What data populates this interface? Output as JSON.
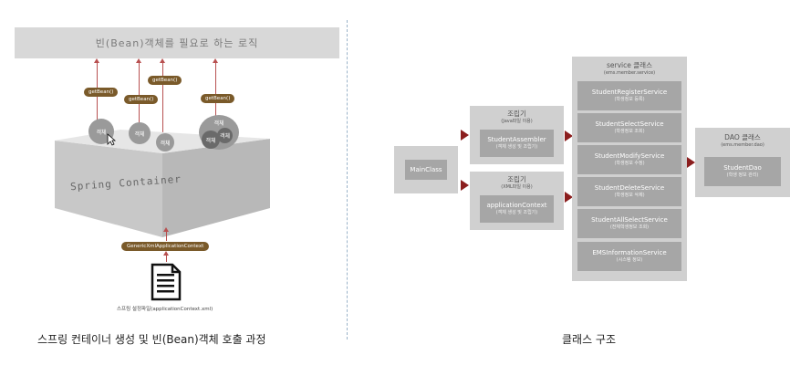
{
  "left": {
    "top_bar_text": "빈(Bean)객체를 필요로 하는 로직",
    "getbean_labels": [
      "getBean()",
      "getBean()",
      "getBean()",
      "getBean()"
    ],
    "bean_label": "객체",
    "container_label": "Spring Container",
    "loader_label": "GenericXmlApplicationContext",
    "doc_caption": "스프링 설정파일(applicationContext.xml)",
    "caption": "스프링 컨테이너 생성 및 빈(Bean)객체 호출 과정"
  },
  "right": {
    "main_label": "MainClass",
    "assembler1": {
      "title": "조립기",
      "sub": "(Java파일 이용)",
      "inner_title": "StudentAssembler",
      "inner_sub": "(객체 생성 및 조립기)"
    },
    "assembler2": {
      "title": "조립기",
      "sub": "(XML파일 이용)",
      "inner_title": "applicationContext",
      "inner_sub": "(객체 생성 및 조립기)"
    },
    "service": {
      "title": "service 클래스",
      "sub": "(ems.member.service)",
      "items": [
        {
          "title": "StudentRegisterService",
          "sub": "(학생정보 등록)"
        },
        {
          "title": "StudentSelectService",
          "sub": "(학생정보 조회)"
        },
        {
          "title": "StudentModifyService",
          "sub": "(학생정보 수정)"
        },
        {
          "title": "StudentDeleteService",
          "sub": "(학생정보 삭제)"
        },
        {
          "title": "StudentAllSelectService",
          "sub": "(전체학생정보 조회)"
        },
        {
          "title": "EMSInformationService",
          "sub": "(시스템 정보)"
        }
      ]
    },
    "dao": {
      "title": "DAO 클래스",
      "sub": "(ems.member.dao)",
      "inner_title": "StudentDao",
      "inner_sub": "(학생 정보 관리)"
    },
    "caption": "클래스 구조"
  },
  "colors": {
    "arrow": "#8b1e1e",
    "pill": "#7a5a2a",
    "box": "#d0d0d0",
    "inner": "#a6a6a6"
  },
  "icons": [
    "document-icon",
    "cursor-icon"
  ]
}
